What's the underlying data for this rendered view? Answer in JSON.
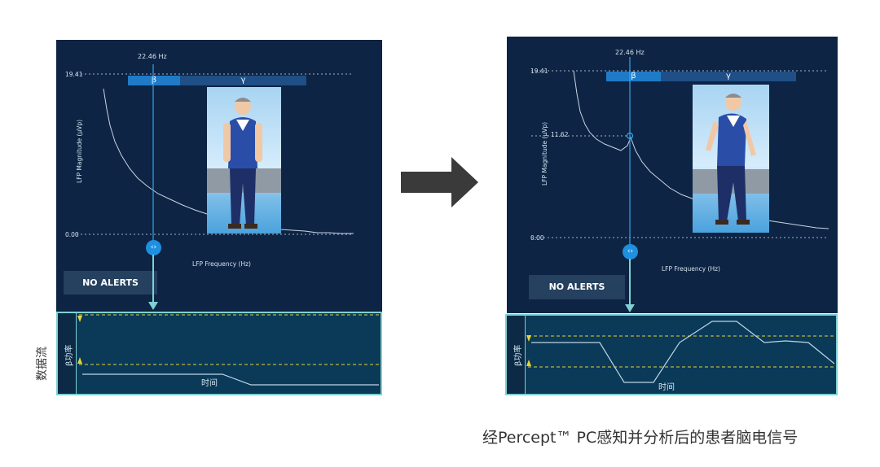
{
  "left": {
    "freq_marker": "22.46 Hz",
    "y_max": "19.41",
    "y_min": "0.00",
    "y_axis_label": "LFP Magnitude (µVp)",
    "x_axis_label": "LFP Frequency (Hz)",
    "band_beta": "β",
    "band_gamma": "γ",
    "alerts": "NO ALERTS",
    "stream_axis": "β功率",
    "stream_time": "时间"
  },
  "right": {
    "freq_marker": "22.46 Hz",
    "y_max": "19.41",
    "y_peak": "11.62",
    "y_min": "0.00",
    "y_axis_label": "LFP Magnitude (µVp)",
    "x_axis_label": "LFP Frequency (Hz)",
    "band_beta": "β",
    "band_gamma": "γ",
    "alerts": "NO ALERTS",
    "stream_axis": "β功率",
    "stream_time": "时间"
  },
  "side_label": "数据流",
  "caption": "经Percept™ PC感知并分析后的患者脑电信号",
  "colors": {
    "panel": "#0d2444",
    "beta_band": "#1f7bc8",
    "gamma_band": "#1f4f86",
    "stream_border": "#7fd0d3",
    "threshold": "#e6d23a"
  }
}
